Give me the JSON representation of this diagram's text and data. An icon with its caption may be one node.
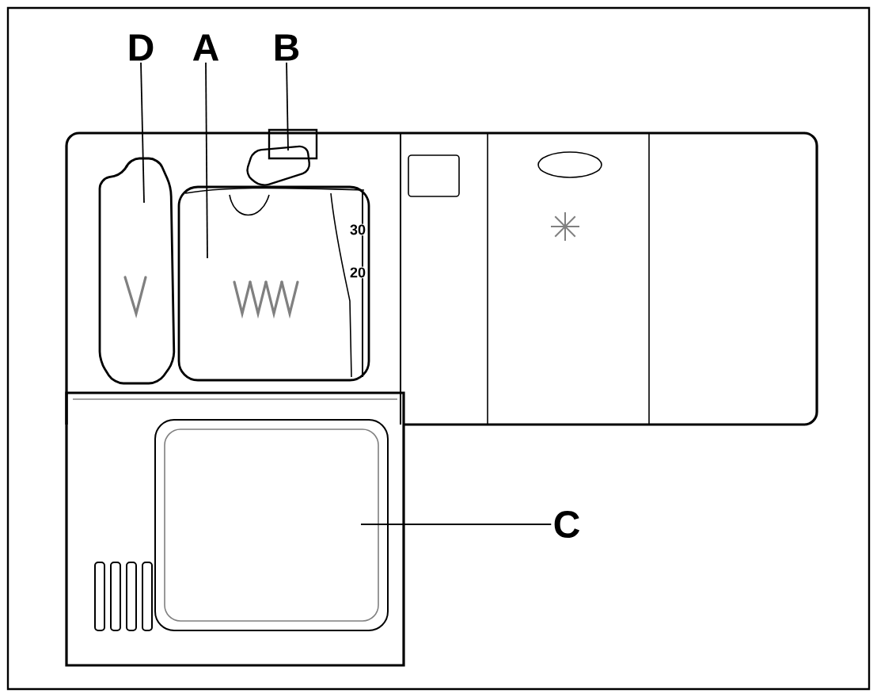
{
  "diagram": {
    "nodes": [
      {
        "text": [
          "D"
        ]
      },
      {
        "text": [
          "A"
        ]
      },
      {
        "text": [
          "B"
        ]
      },
      {
        "text": [
          "C"
        ]
      }
    ],
    "edges": [
      {
        "from": 0,
        "to": null,
        "arrow": "none"
      },
      {
        "from": 1,
        "to": null,
        "arrow": "none"
      },
      {
        "from": 2,
        "to": null,
        "arrow": "none"
      },
      {
        "from": 3,
        "to": null,
        "arrow": "none"
      }
    ],
    "labels": [
      "30",
      "20"
    ]
  }
}
